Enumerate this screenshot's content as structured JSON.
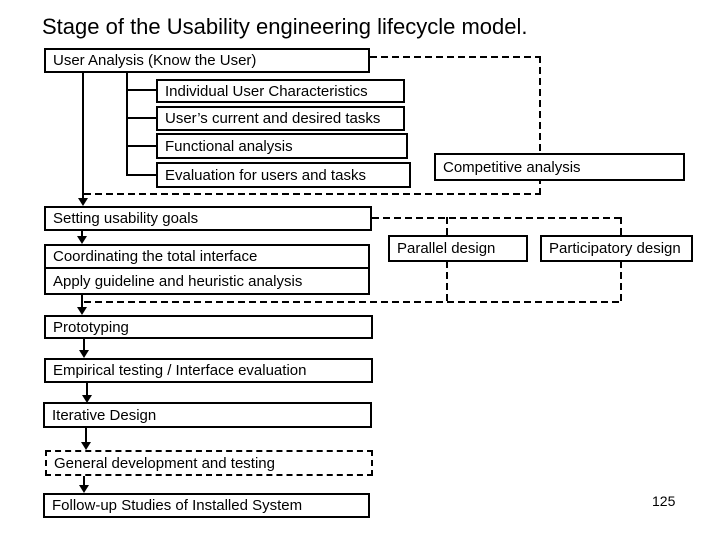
{
  "slide": {
    "title": "Stage of the Usability engineering lifecycle model.",
    "page_number": "125"
  },
  "boxes": {
    "user_analysis": "User Analysis (Know the User)",
    "individual_user_characteristics": "Individual User Characteristics",
    "users_current_and_desired_tasks": "User’s current and desired tasks",
    "functional_analysis": "Functional analysis",
    "evaluation_for_users_and_tasks": "Evaluation for users and tasks",
    "competitive_analysis": "Competitive analysis",
    "setting_usability_goals": "Setting usability goals",
    "coordinating_the_total_interface": "Coordinating the total interface",
    "apply_guideline_and_heuristic_analysis": "Apply guideline and heuristic analysis",
    "parallel_design": "Parallel design",
    "participatory_design": "Participatory design",
    "prototyping": "Prototyping",
    "empirical_testing": "Empirical testing / Interface evaluation",
    "iterative_design": "Iterative Design",
    "general_development_and_testing": "General development and testing",
    "follow_up_studies": "Follow-up Studies of Installed System"
  },
  "colors": {
    "ink": "#000000",
    "paper": "#ffffff"
  }
}
